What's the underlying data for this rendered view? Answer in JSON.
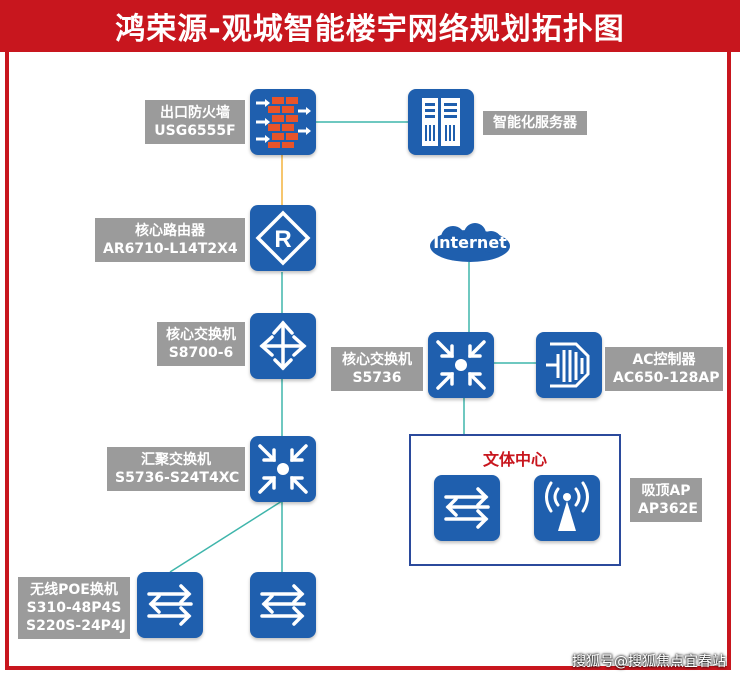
{
  "title": "鸿荣源-观城智能楼宇网络规划拓扑图",
  "devices": {
    "firewall": {
      "line1": "出口防火墙",
      "line2": "USG6555F",
      "icon": "firewall-icon"
    },
    "server": {
      "line1": "智能化服务器",
      "icon": "server-icon"
    },
    "router": {
      "line1": "核心路由器",
      "line2": "AR6710-L14T2X4",
      "icon": "router-icon"
    },
    "core_switch_left": {
      "line1": "核心交换机",
      "line2": "S8700-6",
      "icon": "core-switch-icon"
    },
    "internet": {
      "line1": "Internet",
      "icon": "cloud-icon"
    },
    "core_switch_right": {
      "line1": "核心交换机",
      "line2": "S5736",
      "icon": "aggregation-switch-icon"
    },
    "ac_controller": {
      "line1": "AC控制器",
      "line2": "AC650-128AP",
      "icon": "ac-controller-icon"
    },
    "agg_switch": {
      "line1": "汇聚交换机",
      "line2": "S5736-S24T4XC",
      "icon": "aggregation-switch-icon"
    },
    "poe_switch": {
      "line1": "无线POE换机",
      "line2": "S310-48P4S",
      "line3": "S220S-24P4J",
      "icon": "poe-switch-icon"
    },
    "ap": {
      "line1": "吸顶AP",
      "line2": "AP362E",
      "icon": "access-point-icon"
    }
  },
  "center_box_title": "文体中心",
  "watermark": "搜狐号@搜狐焦点宜春站",
  "colors": {
    "brand_red": "#c8161e",
    "device_blue": "#1f5fae",
    "link_teal": "#3fb5ab",
    "link_orange": "#f2b33d",
    "label_gray": "#9b9b9b",
    "box_border": "#2b4a9c"
  }
}
